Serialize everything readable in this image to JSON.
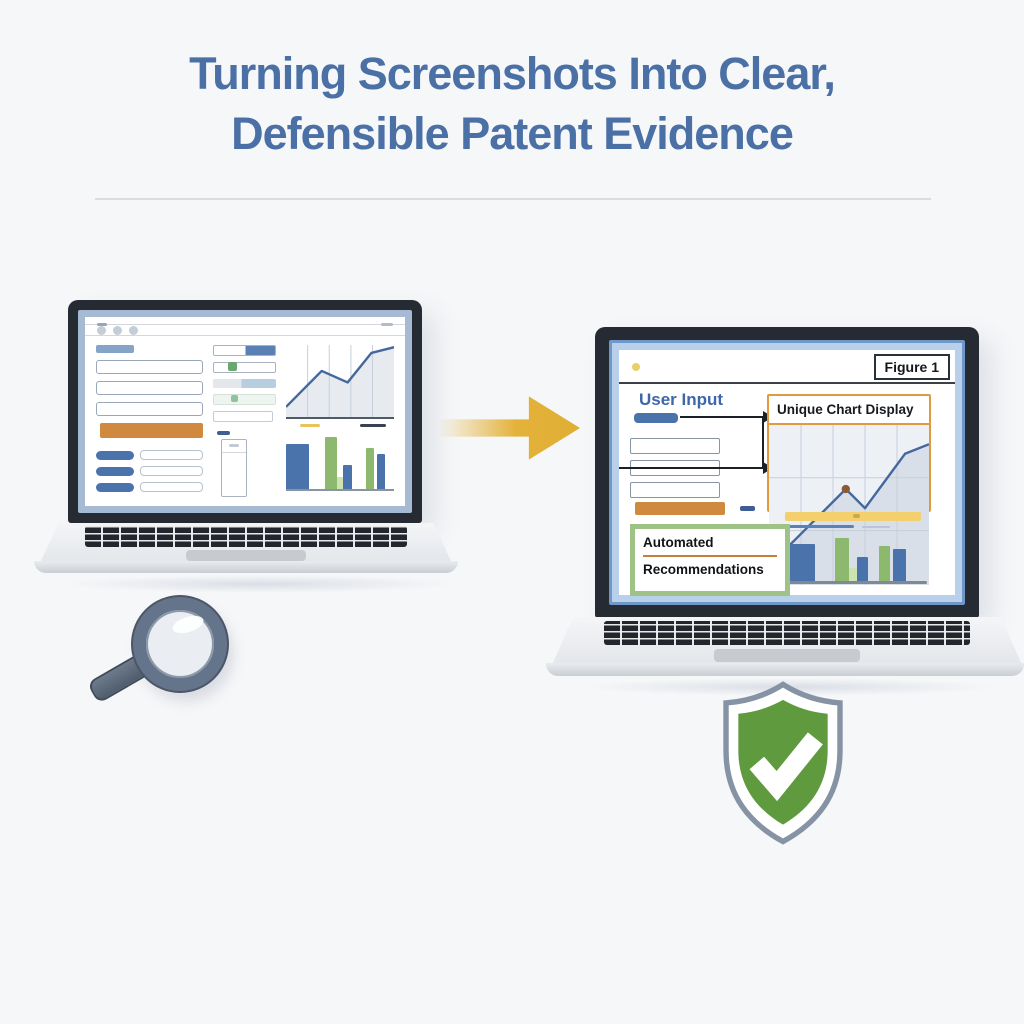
{
  "palette": {
    "title_blue": "#4a70a6",
    "heading_blue": "#3e66aa",
    "steel_blue": "#4a73ac",
    "orange": "#cf8a3f",
    "gold": "#e4b23a",
    "yellow": "#f3cf6e",
    "callout_green": "#9fc386",
    "callout_divider": "#c5803c",
    "shield_green": "#5f9a3e",
    "shield_border": "#8593a4",
    "ink": "#1b2026",
    "bezel": "#262b33",
    "frame_blue": "#6f98c8",
    "frame_blue_light": "#b9d0ea",
    "chart_line": "#44689e",
    "chart_fill": "rgba(104,128,160,0.16)",
    "grid": "#c5cfdc",
    "dot": "#8a5a33",
    "bar_blue": "#4a73ac",
    "bar_green": "#8cb96e",
    "bar_lightgreen": "#cfe2b2"
  },
  "header": {
    "title_line1": "Turning Screenshots Into Clear,",
    "title_line2": "Defensible Patent Evidence"
  },
  "left_laptop": {
    "line_chart": {
      "points": [
        [
          0,
          86
        ],
        [
          33,
          36
        ],
        [
          57,
          52
        ],
        [
          79,
          11
        ],
        [
          100,
          3
        ]
      ],
      "grid_x": [
        20,
        40,
        60,
        80
      ]
    },
    "bar_chart": {
      "bars": [
        {
          "w": 21,
          "h": 80,
          "c": "bar_blue"
        },
        {
          "ml": 15,
          "w": 11,
          "h": 92,
          "c": "bar_green"
        },
        {
          "w": 6,
          "h": 22,
          "c": "bar_lightgreen"
        },
        {
          "w": 8,
          "h": 42,
          "c": "bar_blue"
        },
        {
          "ml": 13,
          "w": 8,
          "h": 74,
          "c": "bar_green"
        },
        {
          "ml": 2,
          "w": 8,
          "h": 62,
          "c": "bar_blue"
        }
      ]
    }
  },
  "right_laptop": {
    "figure_label": "Figure 1",
    "heading": "User Input",
    "chart_box": {
      "title": "Unique Chart Display",
      "line_chart": {
        "points": [
          [
            0,
            88
          ],
          [
            48,
            40
          ],
          [
            60,
            52
          ],
          [
            85,
            18
          ],
          [
            100,
            12
          ]
        ],
        "dot": [
          48,
          40
        ],
        "grid_x": [
          20,
          40,
          60,
          80
        ],
        "grid_y": [
          33,
          66
        ]
      }
    },
    "callout": {
      "line1": "Automated",
      "line2": "Recommendations"
    },
    "bar_chart": {
      "bars": [
        {
          "w": 20,
          "h": 72,
          "c": "bar_blue"
        },
        {
          "ml": 15,
          "w": 10,
          "h": 85,
          "c": "bar_green"
        },
        {
          "w": 6,
          "h": 25,
          "c": "bar_lightgreen"
        },
        {
          "w": 8,
          "h": 48,
          "c": "bar_blue"
        },
        {
          "ml": 8,
          "w": 8,
          "h": 68,
          "c": "bar_green"
        },
        {
          "ml": 2,
          "w": 9,
          "h": 62,
          "c": "bar_blue"
        }
      ]
    }
  },
  "icons": {
    "arrow": "transform-arrow",
    "magnifier": "magnifying-glass",
    "shield": "shield-checkmark"
  }
}
